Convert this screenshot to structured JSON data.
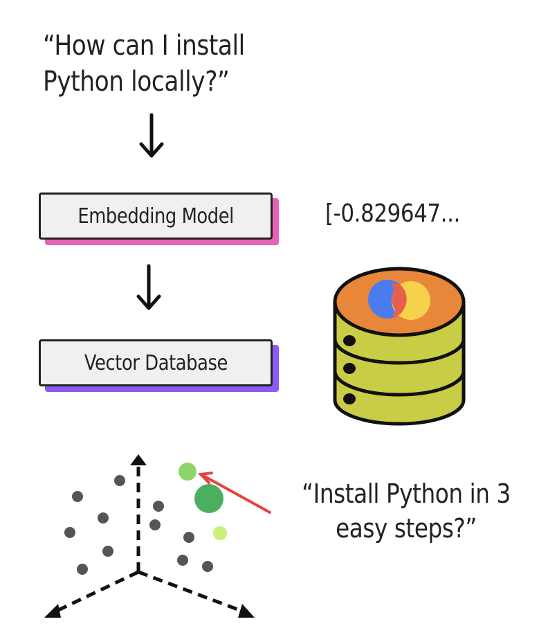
{
  "query_text": "“How can I install Python locally?”",
  "embedding_box_label": "Embedding Model",
  "vector_db_box_label": "Vector Database",
  "vector_text": "[-0.829647...",
  "result_text": "“Install Python in 3 easy steps?”",
  "icons": [
    "arrow-down-icon",
    "database-icon",
    "vector-db-logo-icon",
    "axes-icon"
  ],
  "colors": {
    "embedding_shadow": "#e861b8",
    "vector_db_shadow": "#8a5cf0",
    "db_top": "#e8863a",
    "db_body": "#c9cc45",
    "logo_blue": "#4a7cf0",
    "logo_red": "#e8604c",
    "logo_yellow": "#f6d24c",
    "highlight_arrow": "#e8433e",
    "point_gray": "#555555",
    "point_match": "#4caf5f",
    "point_light_green": "#8fd46a",
    "point_lime": "#c9f07a"
  }
}
